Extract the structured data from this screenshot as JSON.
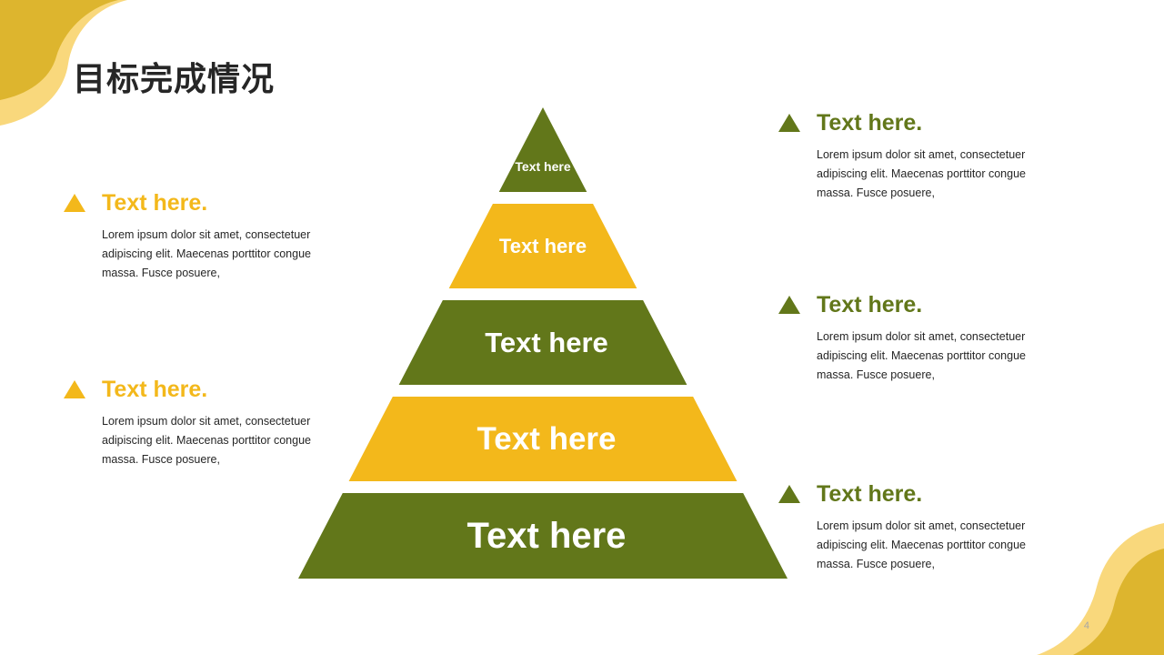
{
  "title": "目标完成情况",
  "colors": {
    "green": "#62771a",
    "yellow": "#f3b81b",
    "deco_dark": "#ddb52e",
    "deco_light": "#f9d87c"
  },
  "pyramid": {
    "tiers": [
      {
        "label": "Text here",
        "color": "green"
      },
      {
        "label": "Text here",
        "color": "yellow"
      },
      {
        "label": "Text here",
        "color": "green"
      },
      {
        "label": "Text here",
        "color": "yellow"
      },
      {
        "label": "Text here",
        "color": "green"
      }
    ]
  },
  "left_blocks": [
    {
      "title": "Text here.",
      "body": "Lorem ipsum dolor sit amet, consectetuer adipiscing elit. Maecenas porttitor congue massa. Fusce posuere,",
      "color": "yellow"
    },
    {
      "title": "Text here.",
      "body": "Lorem ipsum dolor sit amet, consectetuer adipiscing elit. Maecenas porttitor congue massa. Fusce posuere,",
      "color": "yellow"
    }
  ],
  "right_blocks": [
    {
      "title": "Text here.",
      "body": "Lorem ipsum dolor sit amet, consectetuer adipiscing elit. Maecenas porttitor congue massa. Fusce posuere,",
      "color": "green"
    },
    {
      "title": "Text here.",
      "body": "Lorem ipsum dolor sit amet, consectetuer adipiscing elit. Maecenas porttitor congue massa. Fusce posuere,",
      "color": "green"
    },
    {
      "title": "Text here.",
      "body": "Lorem ipsum dolor sit amet, consectetuer adipiscing elit. Maecenas porttitor congue massa. Fusce posuere,",
      "color": "green"
    }
  ],
  "page_number": "4"
}
